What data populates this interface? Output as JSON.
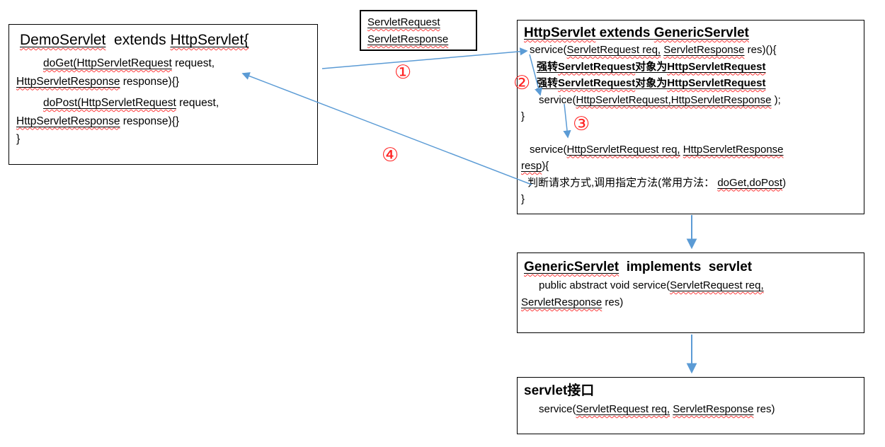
{
  "palette": {
    "arrow_blue": "#5b9bd5",
    "step_number_red": "#ff2323",
    "spellcheck_wavy_red": "#ff3b3b",
    "text_black": "#000000",
    "box_border_black": "#000000"
  },
  "boxes": {
    "demo_servlet": {
      "title": [
        {
          "t": "DemoServlet",
          "u": 1,
          "w": 1
        },
        {
          "t": "  extends "
        },
        {
          "t": "HttpServlet{",
          "u": 1,
          "w": 1
        }
      ],
      "lines": [
        {
          "cls": "ml-38 mt-5",
          "seg": [
            {
              "t": "doGet(HttpServletRequest",
              "u": 1,
              "w": 1
            },
            {
              "t": " request,"
            }
          ]
        },
        {
          "cls": "",
          "seg": [
            {
              "t": "HttpServletResponse",
              "u": 1,
              "w": 1
            },
            {
              "t": " response){}"
            }
          ]
        },
        {
          "cls": "ml-38 mt-5",
          "seg": [
            {
              "t": "doPost(HttpServletRequest",
              "u": 1,
              "w": 1
            },
            {
              "t": " request,"
            }
          ]
        },
        {
          "cls": "",
          "seg": [
            {
              "t": "HttpServletResponse",
              "u": 1,
              "w": 1
            },
            {
              "t": " response){}"
            }
          ]
        },
        {
          "cls": "",
          "seg": [
            {
              "t": "}"
            }
          ]
        }
      ]
    },
    "request_response": {
      "lines": [
        {
          "cls": "",
          "seg": [
            {
              "t": "ServletRequest",
              "u": 1,
              "w": 1
            }
          ]
        },
        {
          "cls": "",
          "seg": [
            {
              "t": "ServletResponse",
              "u": 1,
              "w": 1
            }
          ]
        }
      ]
    },
    "http_servlet": {
      "title": [
        {
          "t": "HttpServlet",
          "u": 1,
          "w": 1,
          "b": 1
        },
        {
          "t": " extends ",
          "u": 1,
          "b": 1
        },
        {
          "t": "GenericServlet",
          "u": 1,
          "w": 1,
          "b": 1
        }
      ],
      "lines": [
        {
          "cls": "ml-12",
          "seg": [
            {
              "t": "service("
            },
            {
              "t": "ServletRequest req,",
              "u": 1,
              "w": 1
            },
            {
              "t": " "
            },
            {
              "t": "ServletResponse",
              "u": 1,
              "w": 1
            },
            {
              "t": " res)(){"
            }
          ]
        },
        {
          "cls": "ml-22 cn",
          "seg": [
            {
              "t": "强转",
              "u": 1,
              "b": 1
            },
            {
              "t": "ServletRequest",
              "u": 1,
              "w": 1,
              "b": 1
            },
            {
              "t": "对象为",
              "u": 1,
              "b": 1
            },
            {
              "t": "HttpServletRequest",
              "u": 1,
              "w": 1,
              "b": 1
            }
          ]
        },
        {
          "cls": "ml-22 cn",
          "seg": [
            {
              "t": "强转",
              "u": 1,
              "b": 1
            },
            {
              "t": "ServletRequest",
              "u": 1,
              "w": 1,
              "b": 1
            },
            {
              "t": "对象为",
              "u": 1,
              "b": 1
            },
            {
              "t": "HttpServletRequest",
              "u": 1,
              "w": 1,
              "b": 1
            }
          ]
        },
        {
          "cls": "ml-25",
          "seg": [
            {
              "t": "service("
            },
            {
              "t": "HttpServletRequest,HttpServletResponse",
              "u": 1,
              "w": 1
            },
            {
              "t": " );"
            }
          ]
        },
        {
          "cls": "",
          "seg": [
            {
              "t": "}"
            }
          ]
        },
        {
          "cls": "ml-12 gap",
          "seg": [
            {
              "t": "service("
            },
            {
              "t": "HttpServletRequest req,",
              "u": 1,
              "w": 1
            },
            {
              "t": " "
            },
            {
              "t": "HttpServletResponse",
              "u": 1,
              "w": 1
            }
          ]
        },
        {
          "cls": "",
          "seg": [
            {
              "t": "resp",
              "u": 1,
              "w": 1
            },
            {
              "t": "){"
            }
          ]
        },
        {
          "cls": "ml-9 cn",
          "seg": [
            {
              "t": "判断请求方式,调用指定方法(常用方法： "
            },
            {
              "t": "doGet,doPost",
              "u": 1,
              "w": 1
            },
            {
              "t": ")"
            }
          ]
        },
        {
          "cls": "",
          "seg": [
            {
              "t": "}"
            }
          ]
        }
      ]
    },
    "generic_servlet": {
      "title": [
        {
          "t": "GenericServlet",
          "u": 1,
          "w": 1,
          "b": 1
        },
        {
          "t": "  implements  servlet",
          "b": 1
        }
      ],
      "lines": [
        {
          "cls": "ml-25",
          "seg": [
            {
              "t": "public abstract void service("
            },
            {
              "t": "ServletRequest req,",
              "u": 1,
              "w": 1
            }
          ]
        },
        {
          "cls": "",
          "seg": [
            {
              "t": "ServletResponse",
              "u": 1,
              "w": 1
            },
            {
              "t": " res)"
            }
          ]
        }
      ]
    },
    "servlet_interface": {
      "title": [
        {
          "t": "servlet接口",
          "b": 1
        }
      ],
      "lines": [
        {
          "cls": "ml-25",
          "seg": [
            {
              "t": "service("
            },
            {
              "t": "ServletRequest req,",
              "u": 1,
              "w": 1
            },
            {
              "t": " "
            },
            {
              "t": "ServletResponse",
              "u": 1,
              "w": 1
            },
            {
              "t": " res)"
            }
          ]
        }
      ]
    }
  },
  "annotations": {
    "step1": "①",
    "step2": "②",
    "step3": "③",
    "step4": "④"
  }
}
